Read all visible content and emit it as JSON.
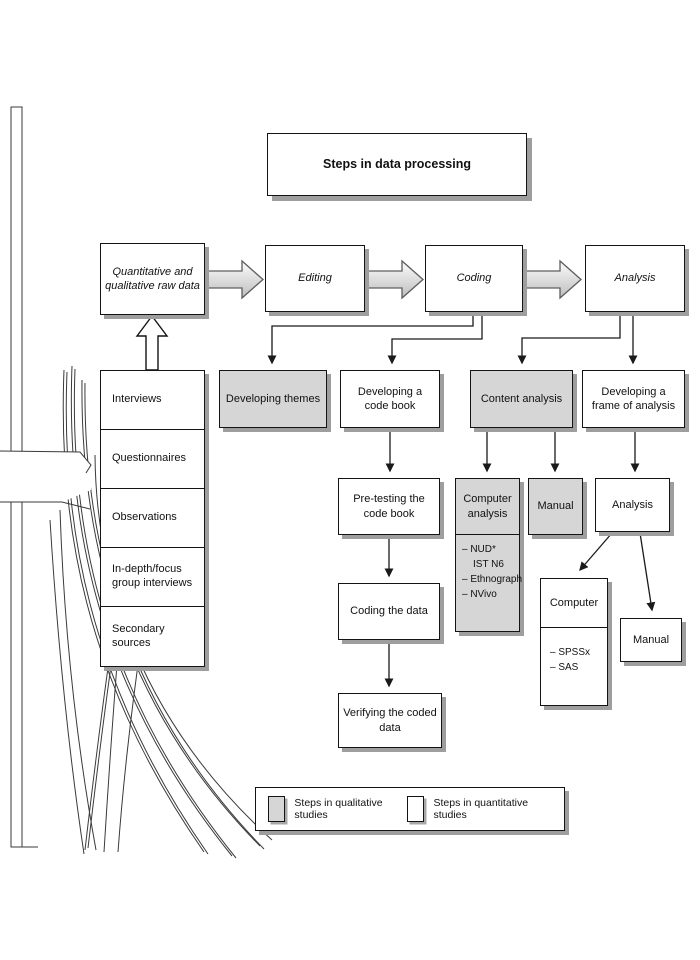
{
  "diagram": {
    "title": "Steps in data processing",
    "stages": [
      {
        "label": "Quantitative and qualitative raw data"
      },
      {
        "label": "Editing"
      },
      {
        "label": "Coding"
      },
      {
        "label": "Analysis"
      }
    ],
    "sources": [
      "Interviews",
      "Questionnaires",
      "Observations",
      "In-depth/focus group interviews",
      "Secondary sources"
    ],
    "nodes": {
      "developing_themes": "Developing themes",
      "code_book": "Developing a code book",
      "content_analysis": "Content analysis",
      "frame_of_analysis": "Developing a frame of analysis",
      "pre_testing": "Pre-testing the code book",
      "computer_analysis": "Computer analysis",
      "manual_qualitative": "Manual",
      "analysis_sub": "Analysis",
      "coding_data": "Coding the data",
      "computer": "Computer",
      "manual_quantitative": "Manual",
      "verifying": "Verifying the coded data"
    },
    "software_qualitative": [
      "– NUD*",
      "IST N6",
      "– Ethnograph",
      "– NVivo"
    ],
    "software_quantitative": [
      "– SPSSx",
      "– SAS"
    ],
    "legend": [
      {
        "swatch": "gray",
        "label": "Steps in qualitative studies"
      },
      {
        "swatch": "white",
        "label": "Steps in quantitative studies"
      }
    ],
    "colors": {
      "qualitative_fill": "#d6d6d6",
      "quantitative_fill": "#ffffff",
      "border": "#141414",
      "shadow": "#9e9e9e"
    }
  }
}
